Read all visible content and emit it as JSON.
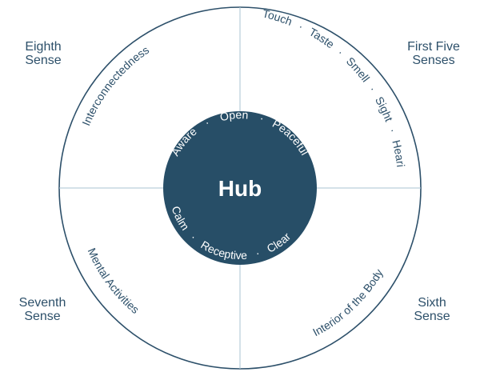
{
  "hub": {
    "title": "Hub",
    "words": [
      "Open",
      "Peaceful",
      "Clear",
      "Receptive",
      "Calm",
      "Aware"
    ],
    "separator": "·"
  },
  "quadrants": {
    "top_right": {
      "line1": "First Five",
      "line2": "Senses"
    },
    "bottom_right": {
      "line1": "Sixth",
      "line2": "Sense"
    },
    "bottom_left": {
      "line1": "Seventh",
      "line2": "Sense"
    },
    "top_left": {
      "line1": "Eighth",
      "line2": "Sense"
    }
  },
  "arcs": {
    "senses": [
      "Touch",
      "Taste",
      "Smell",
      "Sight",
      "Hearing"
    ],
    "sixth": "Interior of the Body",
    "seventh": "Mental Activities",
    "eighth": "Interconnectedness"
  },
  "colors": {
    "hub_fill": "#274e67",
    "hub_text": "#ffffff",
    "ring_stroke": "#2d506a",
    "divider": "#a9c3d3",
    "label_text": "#2d506a"
  }
}
